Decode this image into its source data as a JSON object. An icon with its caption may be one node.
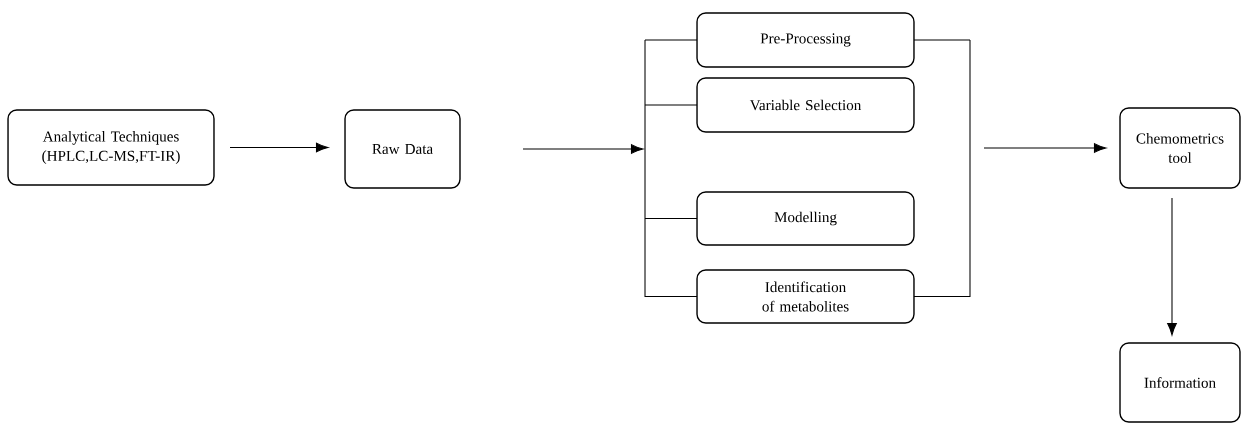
{
  "diagram": {
    "nodes": [
      {
        "text": [
          "Analytical Techniques (HPLC,LC-MS,FT-IR)"
        ]
      },
      {
        "text": [
          "Raw Data"
        ]
      },
      {
        "text": [],
        "shape": "bar"
      },
      {
        "text": [
          "Pre-Processing"
        ]
      },
      {
        "text": [
          "Variable Selection"
        ]
      },
      {
        "text": [
          "Modelling"
        ]
      },
      {
        "text": [
          "Identification of metabolites"
        ]
      },
      {
        "text": [],
        "shape": "bar"
      },
      {
        "text": [
          "Chemometrics tool"
        ]
      },
      {
        "text": [
          "Information"
        ]
      }
    ],
    "edges": [
      {
        "from": 0,
        "to": 1,
        "arrow": "to"
      },
      {
        "from": 1,
        "to": 2,
        "arrow": "to"
      },
      {
        "from": 2,
        "to": 3,
        "arrow": "none"
      },
      {
        "from": 2,
        "to": 4,
        "arrow": "none"
      },
      {
        "from": 2,
        "to": 5,
        "arrow": "none"
      },
      {
        "from": 2,
        "to": 6,
        "arrow": "none"
      },
      {
        "from": 3,
        "to": 7,
        "arrow": "none"
      },
      {
        "from": 6,
        "to": 7,
        "arrow": "none"
      },
      {
        "from": 7,
        "to": 8,
        "arrow": "to"
      },
      {
        "from": 8,
        "to": 9,
        "arrow": "to"
      }
    ]
  }
}
